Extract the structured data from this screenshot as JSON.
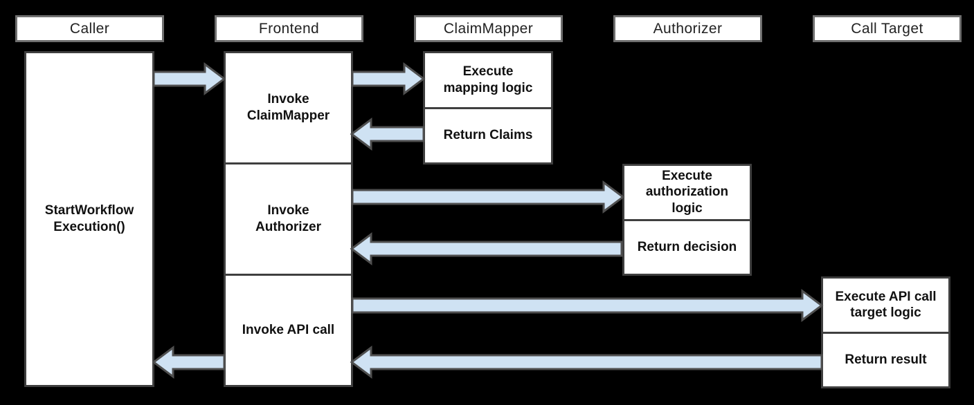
{
  "canvas": {
    "background": "#000000",
    "box_fill": "#ffffff"
  },
  "colors": {
    "arrow_fill": "#cfe2f3",
    "arrow_stroke": "#4f4f4f",
    "header_border": "#6f6f6f",
    "box_border": "#3f3f3f",
    "text": "#111111"
  },
  "actors": [
    "Caller",
    "Frontend",
    "ClaimMapper",
    "Authorizer",
    "Call Target"
  ],
  "caller": {
    "box": "StartWorkflow\nExecution()"
  },
  "frontend": {
    "steps": [
      "Invoke\nClaimMapper",
      "Invoke\nAuthorizer",
      "Invoke API call"
    ]
  },
  "claimmapper": {
    "steps": [
      "Execute\nmapping logic",
      "Return Claims"
    ]
  },
  "authorizer": {
    "steps": [
      "Execute\nauthorization\nlogic",
      "Return decision"
    ]
  },
  "calltarget": {
    "steps": [
      "Execute API call\ntarget logic",
      "Return result"
    ]
  },
  "flows": [
    {
      "name": "caller-to-frontend",
      "from": "Caller",
      "to": "Frontend"
    },
    {
      "name": "frontend-to-claimmapper",
      "from": "Frontend",
      "to": "ClaimMapper"
    },
    {
      "name": "claimmapper-to-frontend",
      "from": "ClaimMapper",
      "to": "Frontend"
    },
    {
      "name": "frontend-to-authorizer",
      "from": "Frontend",
      "to": "Authorizer"
    },
    {
      "name": "authorizer-to-frontend",
      "from": "Authorizer",
      "to": "Frontend"
    },
    {
      "name": "frontend-to-calltarget",
      "from": "Frontend",
      "to": "Call Target"
    },
    {
      "name": "calltarget-to-frontend",
      "from": "Call Target",
      "to": "Frontend"
    },
    {
      "name": "frontend-to-caller",
      "from": "Frontend",
      "to": "Caller"
    }
  ]
}
